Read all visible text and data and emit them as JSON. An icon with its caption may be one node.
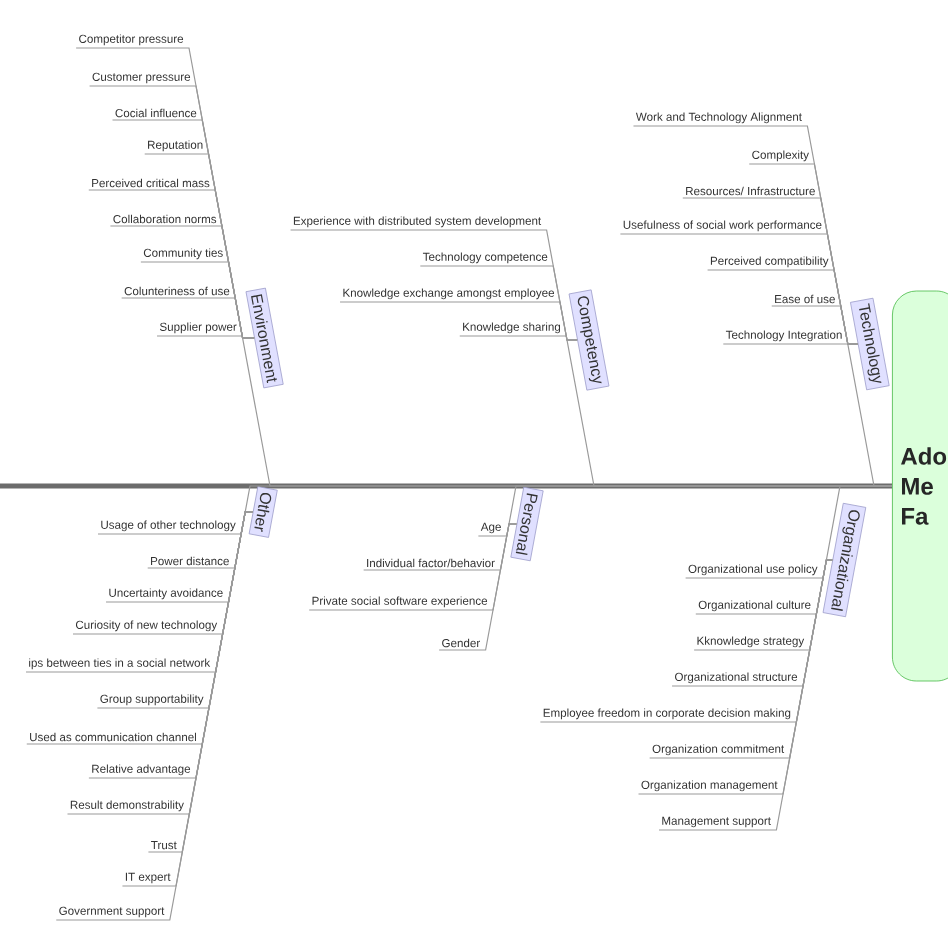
{
  "diagram": {
    "nodes": [
      {
        "text": [
          "Environment"
        ]
      },
      {
        "text": [
          "Competitor pressure"
        ]
      },
      {
        "text": [
          "Customer pressure"
        ]
      },
      {
        "text": [
          "Cocial influence"
        ]
      },
      {
        "text": [
          "Reputation"
        ]
      },
      {
        "text": [
          "Perceived critical mass"
        ]
      },
      {
        "text": [
          "Collaboration norms"
        ]
      },
      {
        "text": [
          "Community ties"
        ]
      },
      {
        "text": [
          "Colunteriness of use"
        ]
      },
      {
        "text": [
          "Supplier power"
        ]
      },
      {
        "text": [
          "Competency"
        ]
      },
      {
        "text": [
          "Experience with distributed system development"
        ]
      },
      {
        "text": [
          "Technology competence"
        ]
      },
      {
        "text": [
          "Knowledge exchange amongst employee"
        ]
      },
      {
        "text": [
          "Knowledge sharing"
        ]
      },
      {
        "text": [
          "Technology"
        ]
      },
      {
        "text": [
          "Work and Technology Alignment"
        ]
      },
      {
        "text": [
          "Complexity"
        ]
      },
      {
        "text": [
          "Resources/ Infrastructure"
        ]
      },
      {
        "text": [
          "Usefulness of social work performance"
        ]
      },
      {
        "text": [
          "Perceived compatibility"
        ]
      },
      {
        "text": [
          "Ease of use"
        ]
      },
      {
        "text": [
          "Technology Integration"
        ]
      },
      {
        "text": [
          "Other"
        ]
      },
      {
        "text": [
          "Usage of other technology"
        ]
      },
      {
        "text": [
          "Power distance"
        ]
      },
      {
        "text": [
          "Uncertainty avoidance"
        ]
      },
      {
        "text": [
          "Curiosity of new technology"
        ]
      },
      {
        "text": [
          "ips between ties in a social network"
        ]
      },
      {
        "text": [
          "Group supportability"
        ]
      },
      {
        "text": [
          "Used as communication channel"
        ]
      },
      {
        "text": [
          "Relative advantage"
        ]
      },
      {
        "text": [
          "Result demonstrability"
        ]
      },
      {
        "text": [
          "Trust"
        ]
      },
      {
        "text": [
          "IT expert"
        ]
      },
      {
        "text": [
          "Government support"
        ]
      },
      {
        "text": [
          "Personal"
        ]
      },
      {
        "text": [
          "Age"
        ]
      },
      {
        "text": [
          "Individual factor/behavior"
        ]
      },
      {
        "text": [
          "Private social software experience"
        ]
      },
      {
        "text": [
          "Gender"
        ]
      },
      {
        "text": [
          "Organizational"
        ]
      },
      {
        "text": [
          "Organizational use policy"
        ]
      },
      {
        "text": [
          "Organizational culture"
        ]
      },
      {
        "text": [
          "Kknowledge strategy"
        ]
      },
      {
        "text": [
          "Organizational structure"
        ]
      },
      {
        "text": [
          "Employee freedom in corporate decision making"
        ]
      },
      {
        "text": [
          "Organization commitment"
        ]
      },
      {
        "text": [
          "Organization management"
        ]
      },
      {
        "text": [
          "Management support"
        ]
      },
      {
        "text": [
          "Ado Me Fa"
        ]
      }
    ],
    "edges": [
      {
        "from": 1,
        "to": 0,
        "arrow": "none"
      },
      {
        "from": 2,
        "to": 0,
        "arrow": "none"
      },
      {
        "from": 3,
        "to": 0,
        "arrow": "none"
      },
      {
        "from": 4,
        "to": 0,
        "arrow": "none"
      },
      {
        "from": 5,
        "to": 0,
        "arrow": "none"
      },
      {
        "from": 6,
        "to": 0,
        "arrow": "none"
      },
      {
        "from": 7,
        "to": 0,
        "arrow": "none"
      },
      {
        "from": 8,
        "to": 0,
        "arrow": "none"
      },
      {
        "from": 9,
        "to": 0,
        "arrow": "none"
      },
      {
        "from": 11,
        "to": 10,
        "arrow": "none"
      },
      {
        "from": 12,
        "to": 10,
        "arrow": "none"
      },
      {
        "from": 13,
        "to": 10,
        "arrow": "none"
      },
      {
        "from": 14,
        "to": 10,
        "arrow": "none"
      },
      {
        "from": 16,
        "to": 15,
        "arrow": "none"
      },
      {
        "from": 17,
        "to": 15,
        "arrow": "none"
      },
      {
        "from": 18,
        "to": 15,
        "arrow": "none"
      },
      {
        "from": 19,
        "to": 15,
        "arrow": "none"
      },
      {
        "from": 20,
        "to": 15,
        "arrow": "none"
      },
      {
        "from": 21,
        "to": 15,
        "arrow": "none"
      },
      {
        "from": 22,
        "to": 15,
        "arrow": "none"
      },
      {
        "from": 24,
        "to": 23,
        "arrow": "none"
      },
      {
        "from": 25,
        "to": 23,
        "arrow": "none"
      },
      {
        "from": 26,
        "to": 23,
        "arrow": "none"
      },
      {
        "from": 27,
        "to": 23,
        "arrow": "none"
      },
      {
        "from": 28,
        "to": 23,
        "arrow": "none"
      },
      {
        "from": 29,
        "to": 23,
        "arrow": "none"
      },
      {
        "from": 30,
        "to": 23,
        "arrow": "none"
      },
      {
        "from": 31,
        "to": 23,
        "arrow": "none"
      },
      {
        "from": 32,
        "to": 23,
        "arrow": "none"
      },
      {
        "from": 33,
        "to": 23,
        "arrow": "none"
      },
      {
        "from": 34,
        "to": 23,
        "arrow": "none"
      },
      {
        "from": 35,
        "to": 23,
        "arrow": "none"
      },
      {
        "from": 37,
        "to": 36,
        "arrow": "none"
      },
      {
        "from": 38,
        "to": 36,
        "arrow": "none"
      },
      {
        "from": 39,
        "to": 36,
        "arrow": "none"
      },
      {
        "from": 40,
        "to": 36,
        "arrow": "none"
      },
      {
        "from": 42,
        "to": 41,
        "arrow": "none"
      },
      {
        "from": 43,
        "to": 41,
        "arrow": "none"
      },
      {
        "from": 44,
        "to": 41,
        "arrow": "none"
      },
      {
        "from": 45,
        "to": 41,
        "arrow": "none"
      },
      {
        "from": 46,
        "to": 41,
        "arrow": "none"
      },
      {
        "from": 47,
        "to": 41,
        "arrow": "none"
      },
      {
        "from": 48,
        "to": 41,
        "arrow": "none"
      },
      {
        "from": 49,
        "to": 41,
        "arrow": "none"
      },
      {
        "from": 0,
        "to": 50,
        "arrow": "none"
      },
      {
        "from": 10,
        "to": 50,
        "arrow": "none"
      },
      {
        "from": 15,
        "to": 50,
        "arrow": "none"
      },
      {
        "from": 23,
        "to": 50,
        "arrow": "none"
      },
      {
        "from": 36,
        "to": 50,
        "arrow": "none"
      },
      {
        "from": 41,
        "to": 50,
        "arrow": "none"
      }
    ]
  }
}
